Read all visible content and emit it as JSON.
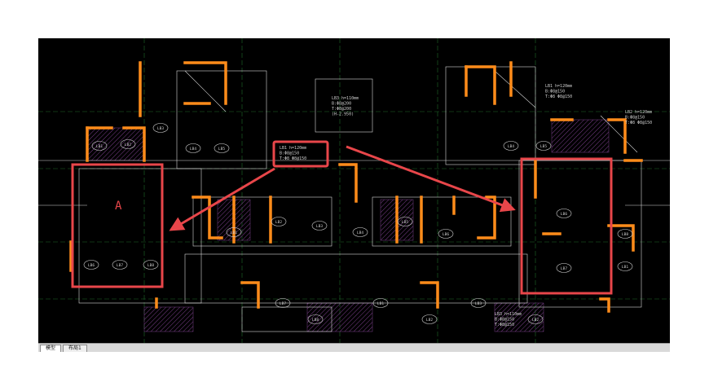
{
  "colors": {
    "background": "#000000",
    "wall": "#ff8c1a",
    "highlight": "#e8464a",
    "linework": "#d8d8d8",
    "grid": "#1e6b2a",
    "text": "#cfcfcf",
    "hatch": "#7a3f8a"
  },
  "annotation": {
    "region_label": "A"
  },
  "callouts": {
    "center_beam": [
      "LB1 h=120mm",
      "B:Φ8@150",
      "T:Φ8 Φ8@150"
    ],
    "top_center": [
      "LB3 h=110mm",
      "B:Φ8@200",
      "T:Φ8@200",
      "(H-2.950)"
    ],
    "top_right": [
      "LB1 h=120mm",
      "B:Φ8@150",
      "T:Φ8 Φ8@150"
    ],
    "far_right": [
      "LB2 h=120mm",
      "B:Φ8@150",
      "T:Φ8 Φ8@150"
    ],
    "bottom_right": [
      "LB3 h=110mm",
      "B:Φ8@150",
      "T:Φ8@150"
    ]
  },
  "room_labels": [
    "LB1",
    "LB2",
    "LB3",
    "LB4",
    "LB5",
    "LB6",
    "LB7",
    "LB8"
  ],
  "tabs": [
    {
      "label": "模型",
      "active": true
    },
    {
      "label": "布局1",
      "active": false
    }
  ]
}
